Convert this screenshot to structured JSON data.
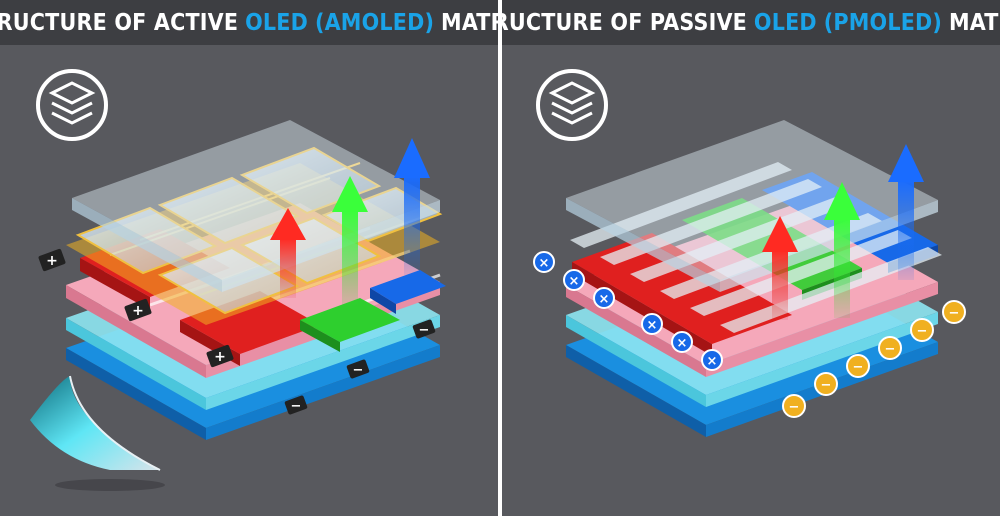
{
  "panels": [
    {
      "title_prefix": "STRUCTURE OF ACTIVE",
      "title_highlight1": "OLED",
      "title_highlight2": "(AMOLED)",
      "title_suffix": "MATRIX",
      "terminal_plus": "+",
      "terminal_minus": "−"
    },
    {
      "title_prefix": "STRUCTURE OF PASSIVE",
      "title_highlight1": "OLED",
      "title_highlight2": "(PMOLED)",
      "title_suffix": "MATRIX",
      "terminal_x": "×",
      "terminal_minus": "−"
    }
  ],
  "colors": {
    "panel_bg": "#58595e",
    "title_bg": "#3d3e42",
    "highlight": "#1aa3e8",
    "red": "#e0201f",
    "green": "#2ecf2e",
    "blue": "#1769e8",
    "pink": "#f3a4b8",
    "cyan": "#7fe0ee",
    "substrate_blue": "#1a8fe0",
    "gold": "#f0b020"
  },
  "icons": [
    "layers-icon",
    "flexible-sheet-icon"
  ]
}
